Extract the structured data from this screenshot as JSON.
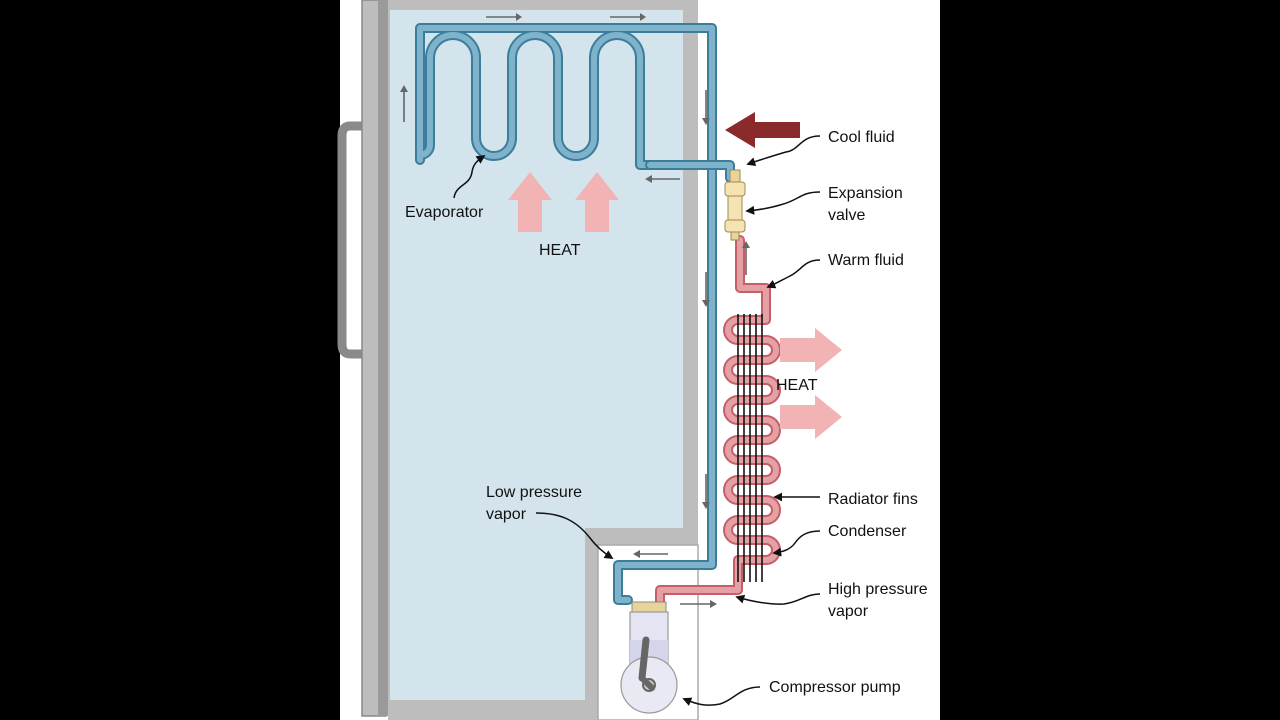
{
  "labels": {
    "cool_fluid": "Cool fluid",
    "expansion_valve_line1": "Expansion",
    "expansion_valve_line2": "valve",
    "warm_fluid": "Warm fluid",
    "evaporator": "Evaporator",
    "heat_in": "HEAT",
    "heat_out": "HEAT",
    "radiator_fins": "Radiator fins",
    "condenser": "Condenser",
    "low_pressure_line1": "Low pressure",
    "low_pressure_line2": "vapor",
    "high_pressure_line1": "High pressure",
    "high_pressure_line2": "vapor",
    "compressor_pump": "Compressor pump"
  },
  "colors": {
    "background": "#000000",
    "panel": "#ffffff",
    "fridge_interior": "#d3e4ec",
    "cold_pipe": "#5b99b5",
    "hot_pipe": "#d67f86",
    "heat_arrow": "#f2b3b5",
    "cool_fluid_arrow": "#8b2a2a",
    "valve": "#f5e3b3",
    "wall": "#b3b3b3"
  }
}
